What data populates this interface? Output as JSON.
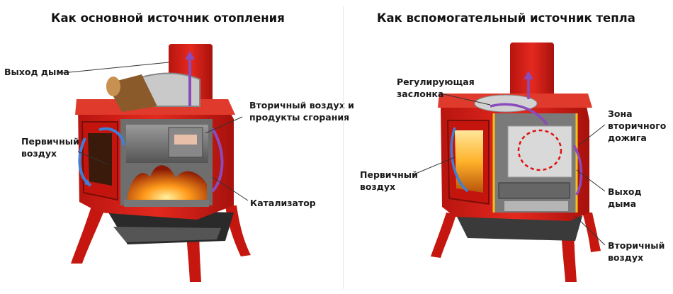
{
  "left": {
    "title": "Как основной источник отопления",
    "labels": {
      "smoke_exit": "Выход дыма",
      "primary_air_1": "Первичный",
      "primary_air_2": "воздух",
      "secondary_air_1": "Вторичный воздух и",
      "secondary_air_2": "продукты сгорания",
      "catalyst": "Катализатор"
    }
  },
  "right": {
    "title": "Как вспомогательный источник тепла",
    "labels": {
      "damper_1": "Регулирующая",
      "damper_2": "заслонка",
      "reburn_1": "Зона",
      "reburn_2": "вторичного",
      "reburn_3": "дожига",
      "primary_air_1": "Первичный",
      "primary_air_2": "воздух",
      "smoke_exit_1": "Выход",
      "smoke_exit_2": "дыма",
      "secondary_air_1": "Вторичный",
      "secondary_air_2": "воздух"
    }
  },
  "colors": {
    "stove_red": "#d8231c",
    "flow_blue": "#3f7fd6",
    "flow_purple": "#8a4bbd",
    "accent_yellow": "#f2c21a"
  }
}
